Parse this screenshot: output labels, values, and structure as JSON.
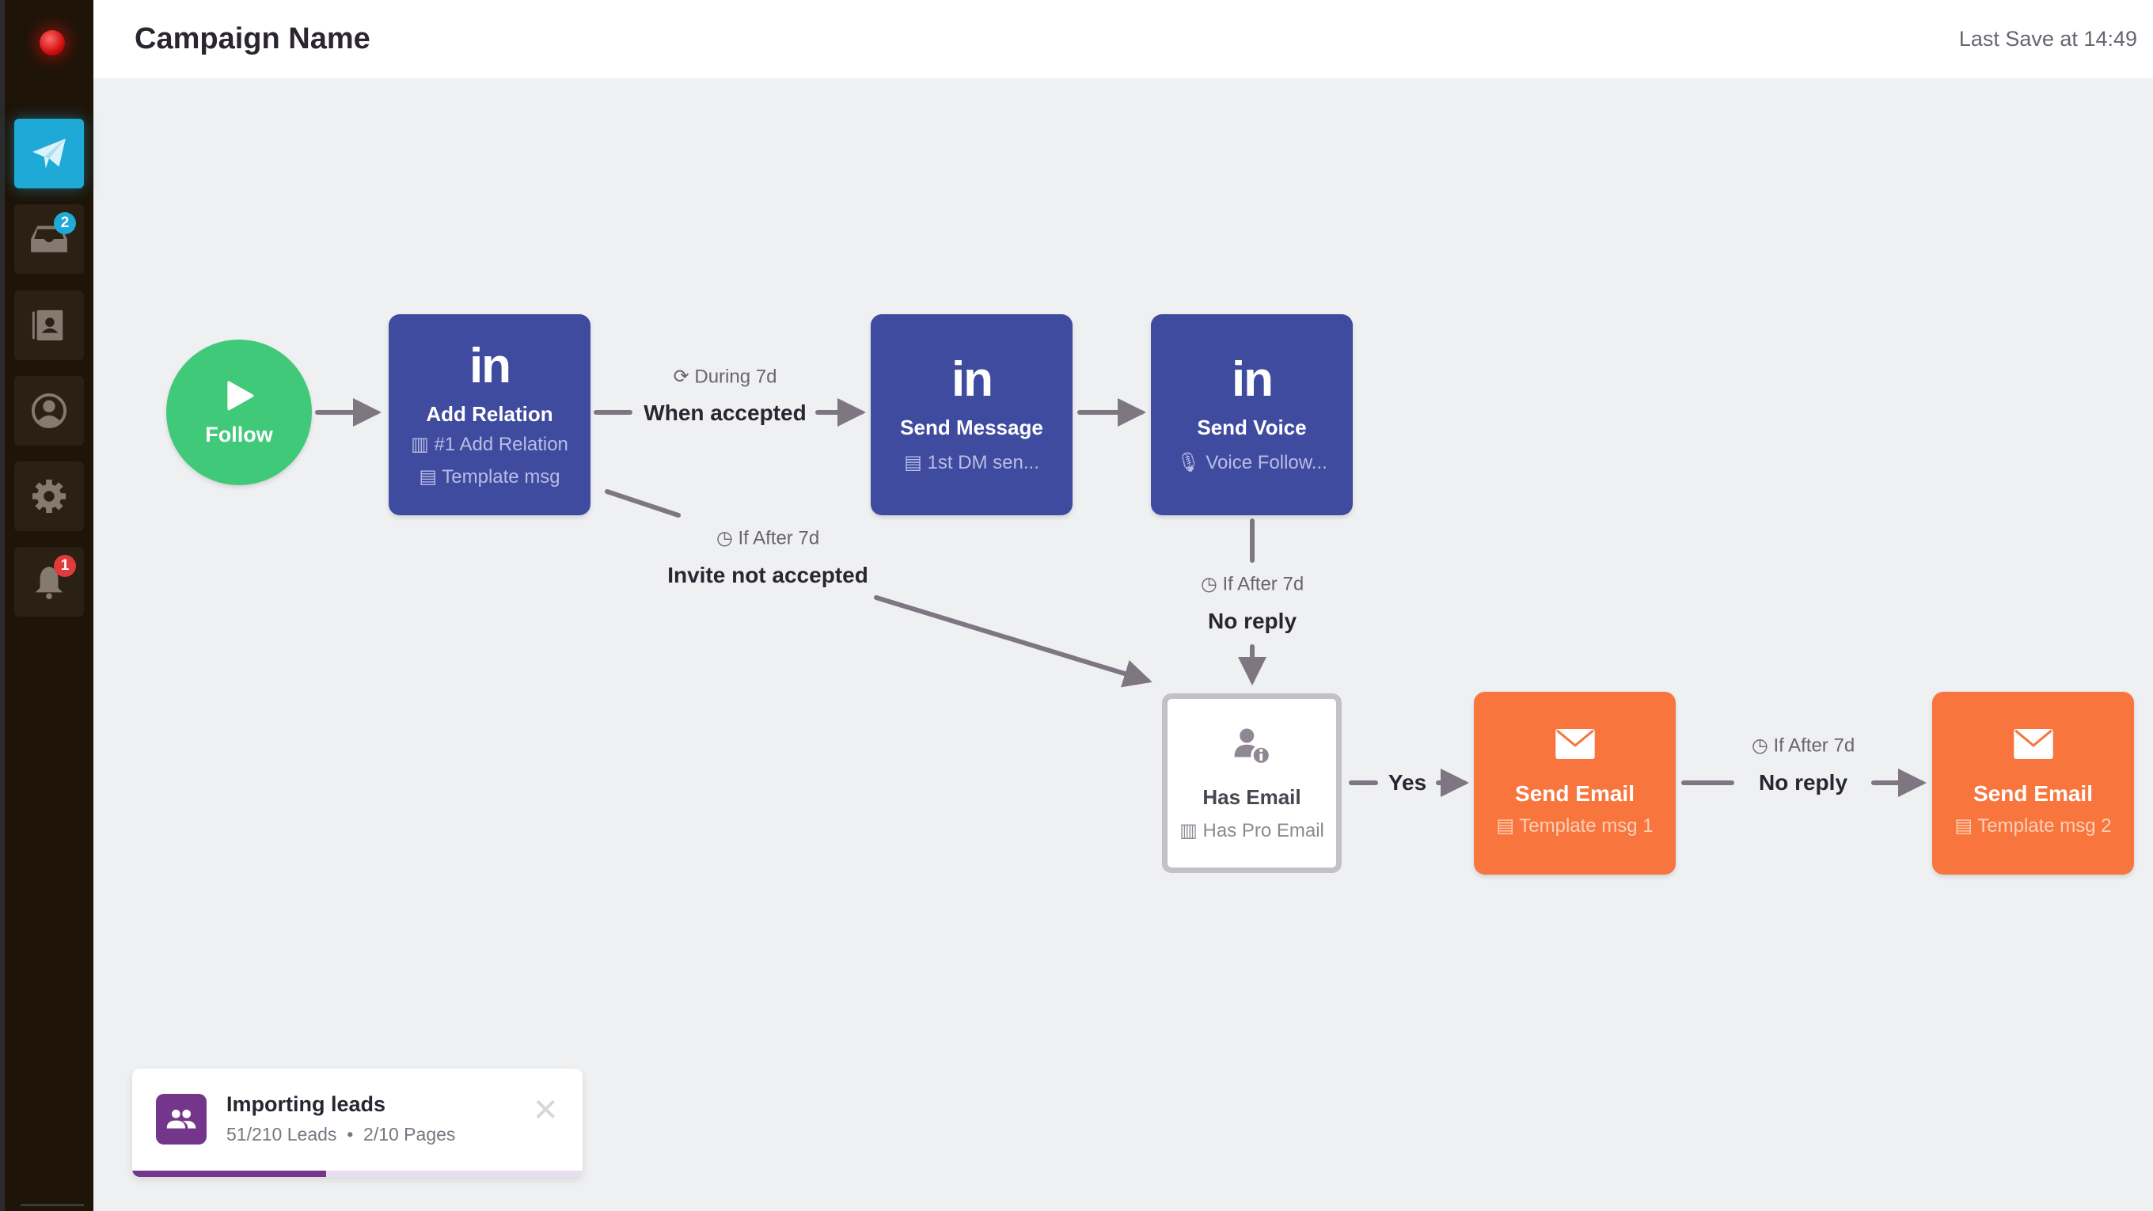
{
  "header": {
    "title": "Campaign Name",
    "last_save": "Last Save at 14:49"
  },
  "sidebar": {
    "items": [
      {
        "name": "campaigns",
        "icon": "paper-plane-icon",
        "active": true
      },
      {
        "name": "inbox",
        "icon": "inbox-icon",
        "badge": "2",
        "badge_color": "#1fa9d6"
      },
      {
        "name": "contacts",
        "icon": "address-book-icon"
      },
      {
        "name": "profile",
        "icon": "user-circle-icon"
      },
      {
        "name": "settings",
        "icon": "gear-icon"
      },
      {
        "name": "notifications",
        "icon": "bell-icon",
        "badge": "1",
        "badge_color": "#e03a3a"
      }
    ]
  },
  "flow": {
    "start": {
      "label": "Follow",
      "icon": "play-icon",
      "color": "#41c97a"
    },
    "nodes": [
      {
        "id": "add-relation",
        "title": "Add Relation",
        "icon": "linkedin-icon",
        "logo": "in",
        "sub1": "#1 Add Relation",
        "sub1_icon": "chart-icon",
        "sub2": "Template msg",
        "sub2_icon": "chat-icon",
        "color": "#3f4b9f"
      },
      {
        "id": "send-message",
        "title": "Send Message",
        "icon": "linkedin-icon",
        "logo": "in",
        "sub1": "1st DM sen...",
        "sub1_icon": "chat-icon",
        "color": "#3f4b9f"
      },
      {
        "id": "send-voice",
        "title": "Send Voice",
        "icon": "linkedin-icon",
        "logo": "in",
        "sub1": "Voice Follow...",
        "sub1_icon": "microphone-icon",
        "color": "#3f4b9f"
      },
      {
        "id": "has-email",
        "title": "Has Email",
        "icon": "user-info-icon",
        "sub1": "Has Pro Email",
        "sub1_icon": "chart-icon"
      },
      {
        "id": "send-email-1",
        "title": "Send Email",
        "icon": "envelope-icon",
        "sub1": "Template msg 1",
        "sub1_icon": "message-icon",
        "color": "#f8763d"
      },
      {
        "id": "send-email-2",
        "title": "Send Email",
        "icon": "envelope-icon",
        "sub1": "Template msg 2",
        "sub1_icon": "message-icon",
        "color": "#f8763d"
      }
    ],
    "edges": [
      {
        "condition": "During 7d",
        "condition_icon": "refresh-icon",
        "label": "When accepted"
      },
      {
        "condition": "If After 7d",
        "condition_icon": "clock-icon",
        "label": "Invite not accepted"
      },
      {
        "condition": "If After 7d",
        "condition_icon": "clock-icon",
        "label": "No reply"
      },
      {
        "label": "Yes"
      },
      {
        "condition": "If After 7d",
        "condition_icon": "clock-icon",
        "label": "No reply"
      }
    ]
  },
  "toast": {
    "title": "Importing leads",
    "leads": "51/210 Leads",
    "separator": "•",
    "pages": "2/10 Pages",
    "progress": 0.43,
    "close": "✕",
    "color": "#74368a"
  }
}
